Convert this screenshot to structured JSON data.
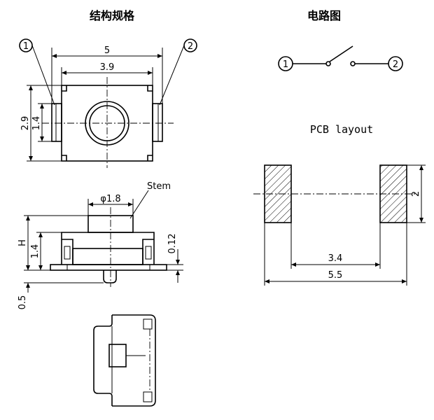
{
  "titles": {
    "structure": "结构规格",
    "circuit": "电路图",
    "pcb": "PCB layout"
  },
  "callouts": {
    "pin1": "1",
    "pin2": "2",
    "stem": "Stem"
  },
  "top_view_dims": {
    "length": "5",
    "inner": "3.9",
    "height": "2.9",
    "pin": "1.4"
  },
  "side_view_dims": {
    "stem_dia": "φ1.8",
    "h": "H",
    "body": "1.4",
    "thick": "0.12",
    "base": "0.5"
  },
  "pcb_dims": {
    "pad_h": "2",
    "gap": "3.4",
    "total": "5.5"
  }
}
